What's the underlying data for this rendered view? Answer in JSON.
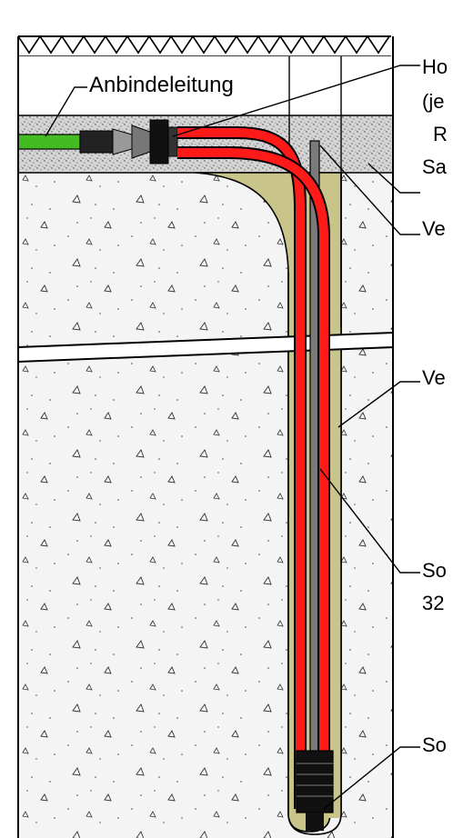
{
  "labels": {
    "connection_line": "Anbindeleitung",
    "callout_1_line1": "Ho",
    "callout_1_line2": "(je",
    "callout_1_line3": "R",
    "callout_2": "Sa",
    "callout_3": "Ve",
    "callout_4": "Ve",
    "callout_5_line1": "So",
    "callout_5_line2": "32",
    "callout_6": "So"
  },
  "colors": {
    "probe_pipe": "#ff1a1a",
    "connection_line": "#44bb22",
    "backfill_grout": "#c9c58a",
    "soil": "#f3f3f3",
    "sand_layer": "#d9d9d9",
    "fill_pipe": "#7a7a7a",
    "outline": "#000000"
  }
}
